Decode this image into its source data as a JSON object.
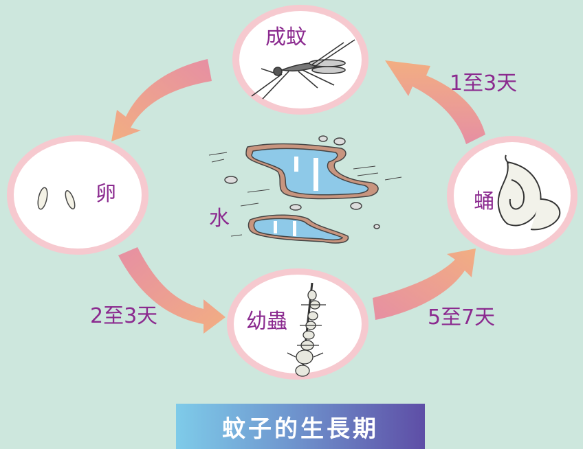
{
  "stages": {
    "adult": "成蚊",
    "egg": "卵",
    "larva": "幼蟲",
    "pupa": "蛹"
  },
  "water_label": "水",
  "durations": {
    "pupa_to_adult": "1至3天",
    "egg_to_larva": "2至3天",
    "larva_to_pupa": "5至7天"
  },
  "title": "蚊子的生長期",
  "colors": {
    "background": "#cde7dd",
    "label": "#8b2a8f",
    "circle_fill": "#ffffff",
    "circle_ring": "#f6c9cf",
    "arrow_start": "#e68fa3",
    "arrow_end": "#f2ae82",
    "water": "#8ec9e8",
    "puddle_rim": "#c8957f"
  },
  "icons": [
    "mosquito-icon",
    "eggs-icon",
    "larva-icon",
    "pupa-icon",
    "puddle-icon"
  ]
}
